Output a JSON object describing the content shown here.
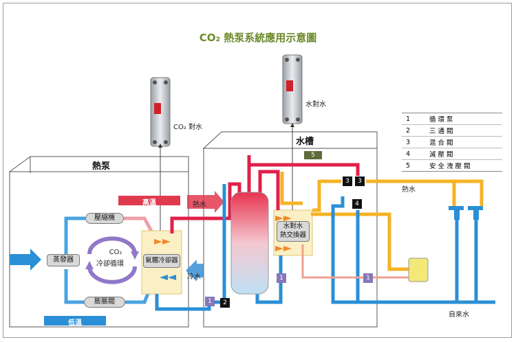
{
  "title": "CO₂ 熱泵系統應用示意圖",
  "heat_pump_label": "熱泵",
  "water_tank_label": "水槽",
  "high_temp_label": "高溫",
  "low_temp_label": "低溫",
  "hot_water_in_label": "熱水",
  "cold_water_label": "冷水",
  "compressor_label": "壓縮機",
  "evaporator_label": "蒸發器",
  "expansion_valve_label": "膨脹閥",
  "co2_cycle_label": [
    "CO₂",
    "冷卻循環"
  ],
  "gas_cooler_label": "氣體冷卻器",
  "hx_label": [
    "水對水",
    "熱交換器"
  ],
  "co2_water_label": "CO₂ 對水",
  "water_water_label": "水對水",
  "hot_water_out_label": "熱水",
  "city_water_label": "自來水",
  "legend": [
    {
      "num": "1",
      "text": "循 環 泵"
    },
    {
      "num": "2",
      "text": "三 通 閥"
    },
    {
      "num": "3",
      "text": "混 合 閥"
    },
    {
      "num": "4",
      "text": "減 壓 閥"
    },
    {
      "num": "5",
      "text": "安 全 洩 壓 閥"
    }
  ],
  "markers": {
    "pump": "1",
    "three_way": "2",
    "mix": "3",
    "reducer": "4",
    "relief": "5"
  },
  "colors": {
    "hot": "#e0204a",
    "warm": "#f5b325",
    "cold": "#2a8fd6",
    "accent_green": "#6b8a2a"
  }
}
